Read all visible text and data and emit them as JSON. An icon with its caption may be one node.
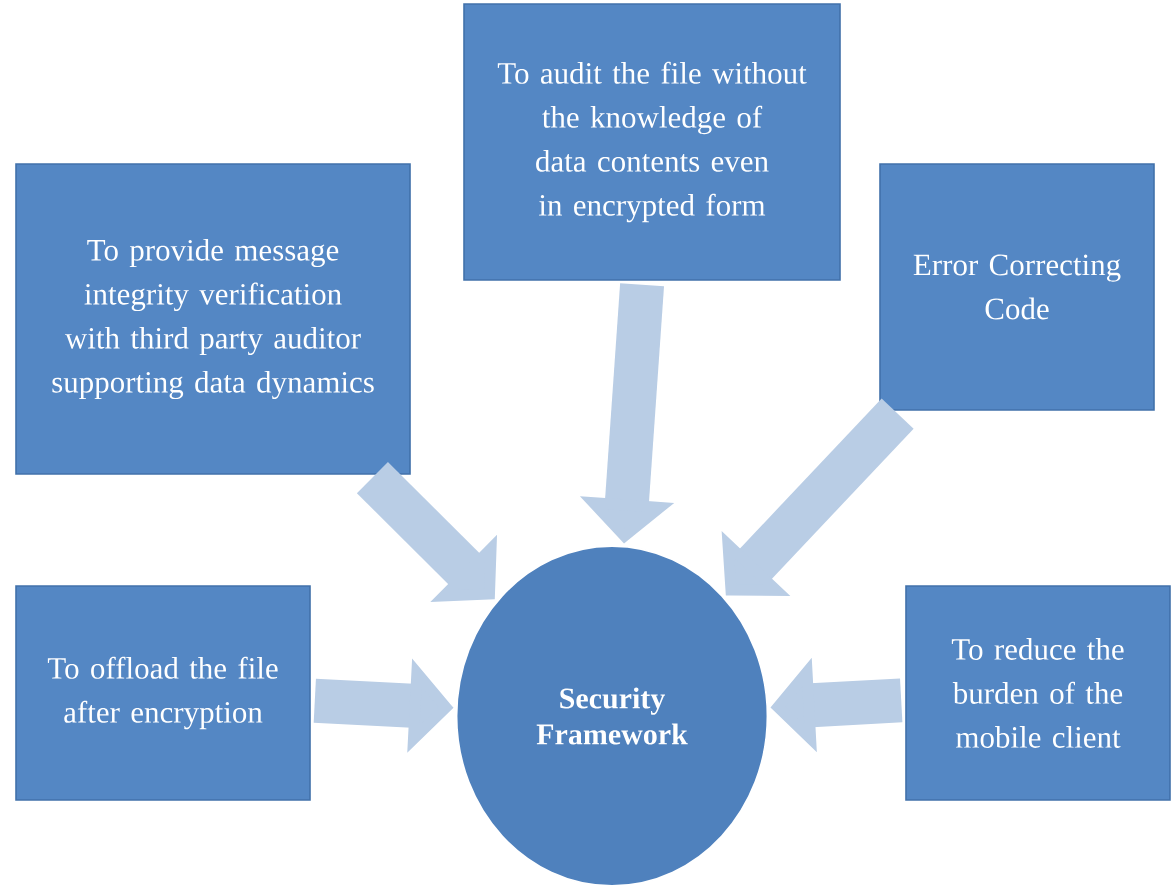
{
  "diagram": {
    "nodes": [
      {
        "text": [
          "To provide message integrity verification with third party auditor supporting data dynamics"
        ]
      },
      {
        "text": [
          "To audit the file without the knowledge of data contents even in encrypted form"
        ]
      },
      {
        "text": [
          "Error Correcting Code"
        ]
      },
      {
        "text": [
          "To offload the file after encryption"
        ]
      },
      {
        "text": [
          "Security Framework"
        ]
      },
      {
        "text": [
          "To reduce the burden of the mobile client"
        ]
      }
    ],
    "edges": [
      {
        "from": 0,
        "to": 4,
        "arrow": "to"
      },
      {
        "from": 1,
        "to": 4,
        "arrow": "to"
      },
      {
        "from": 2,
        "to": 4,
        "arrow": "to"
      },
      {
        "from": 3,
        "to": 4,
        "arrow": "to"
      },
      {
        "from": 5,
        "to": 4,
        "arrow": "to"
      }
    ]
  }
}
